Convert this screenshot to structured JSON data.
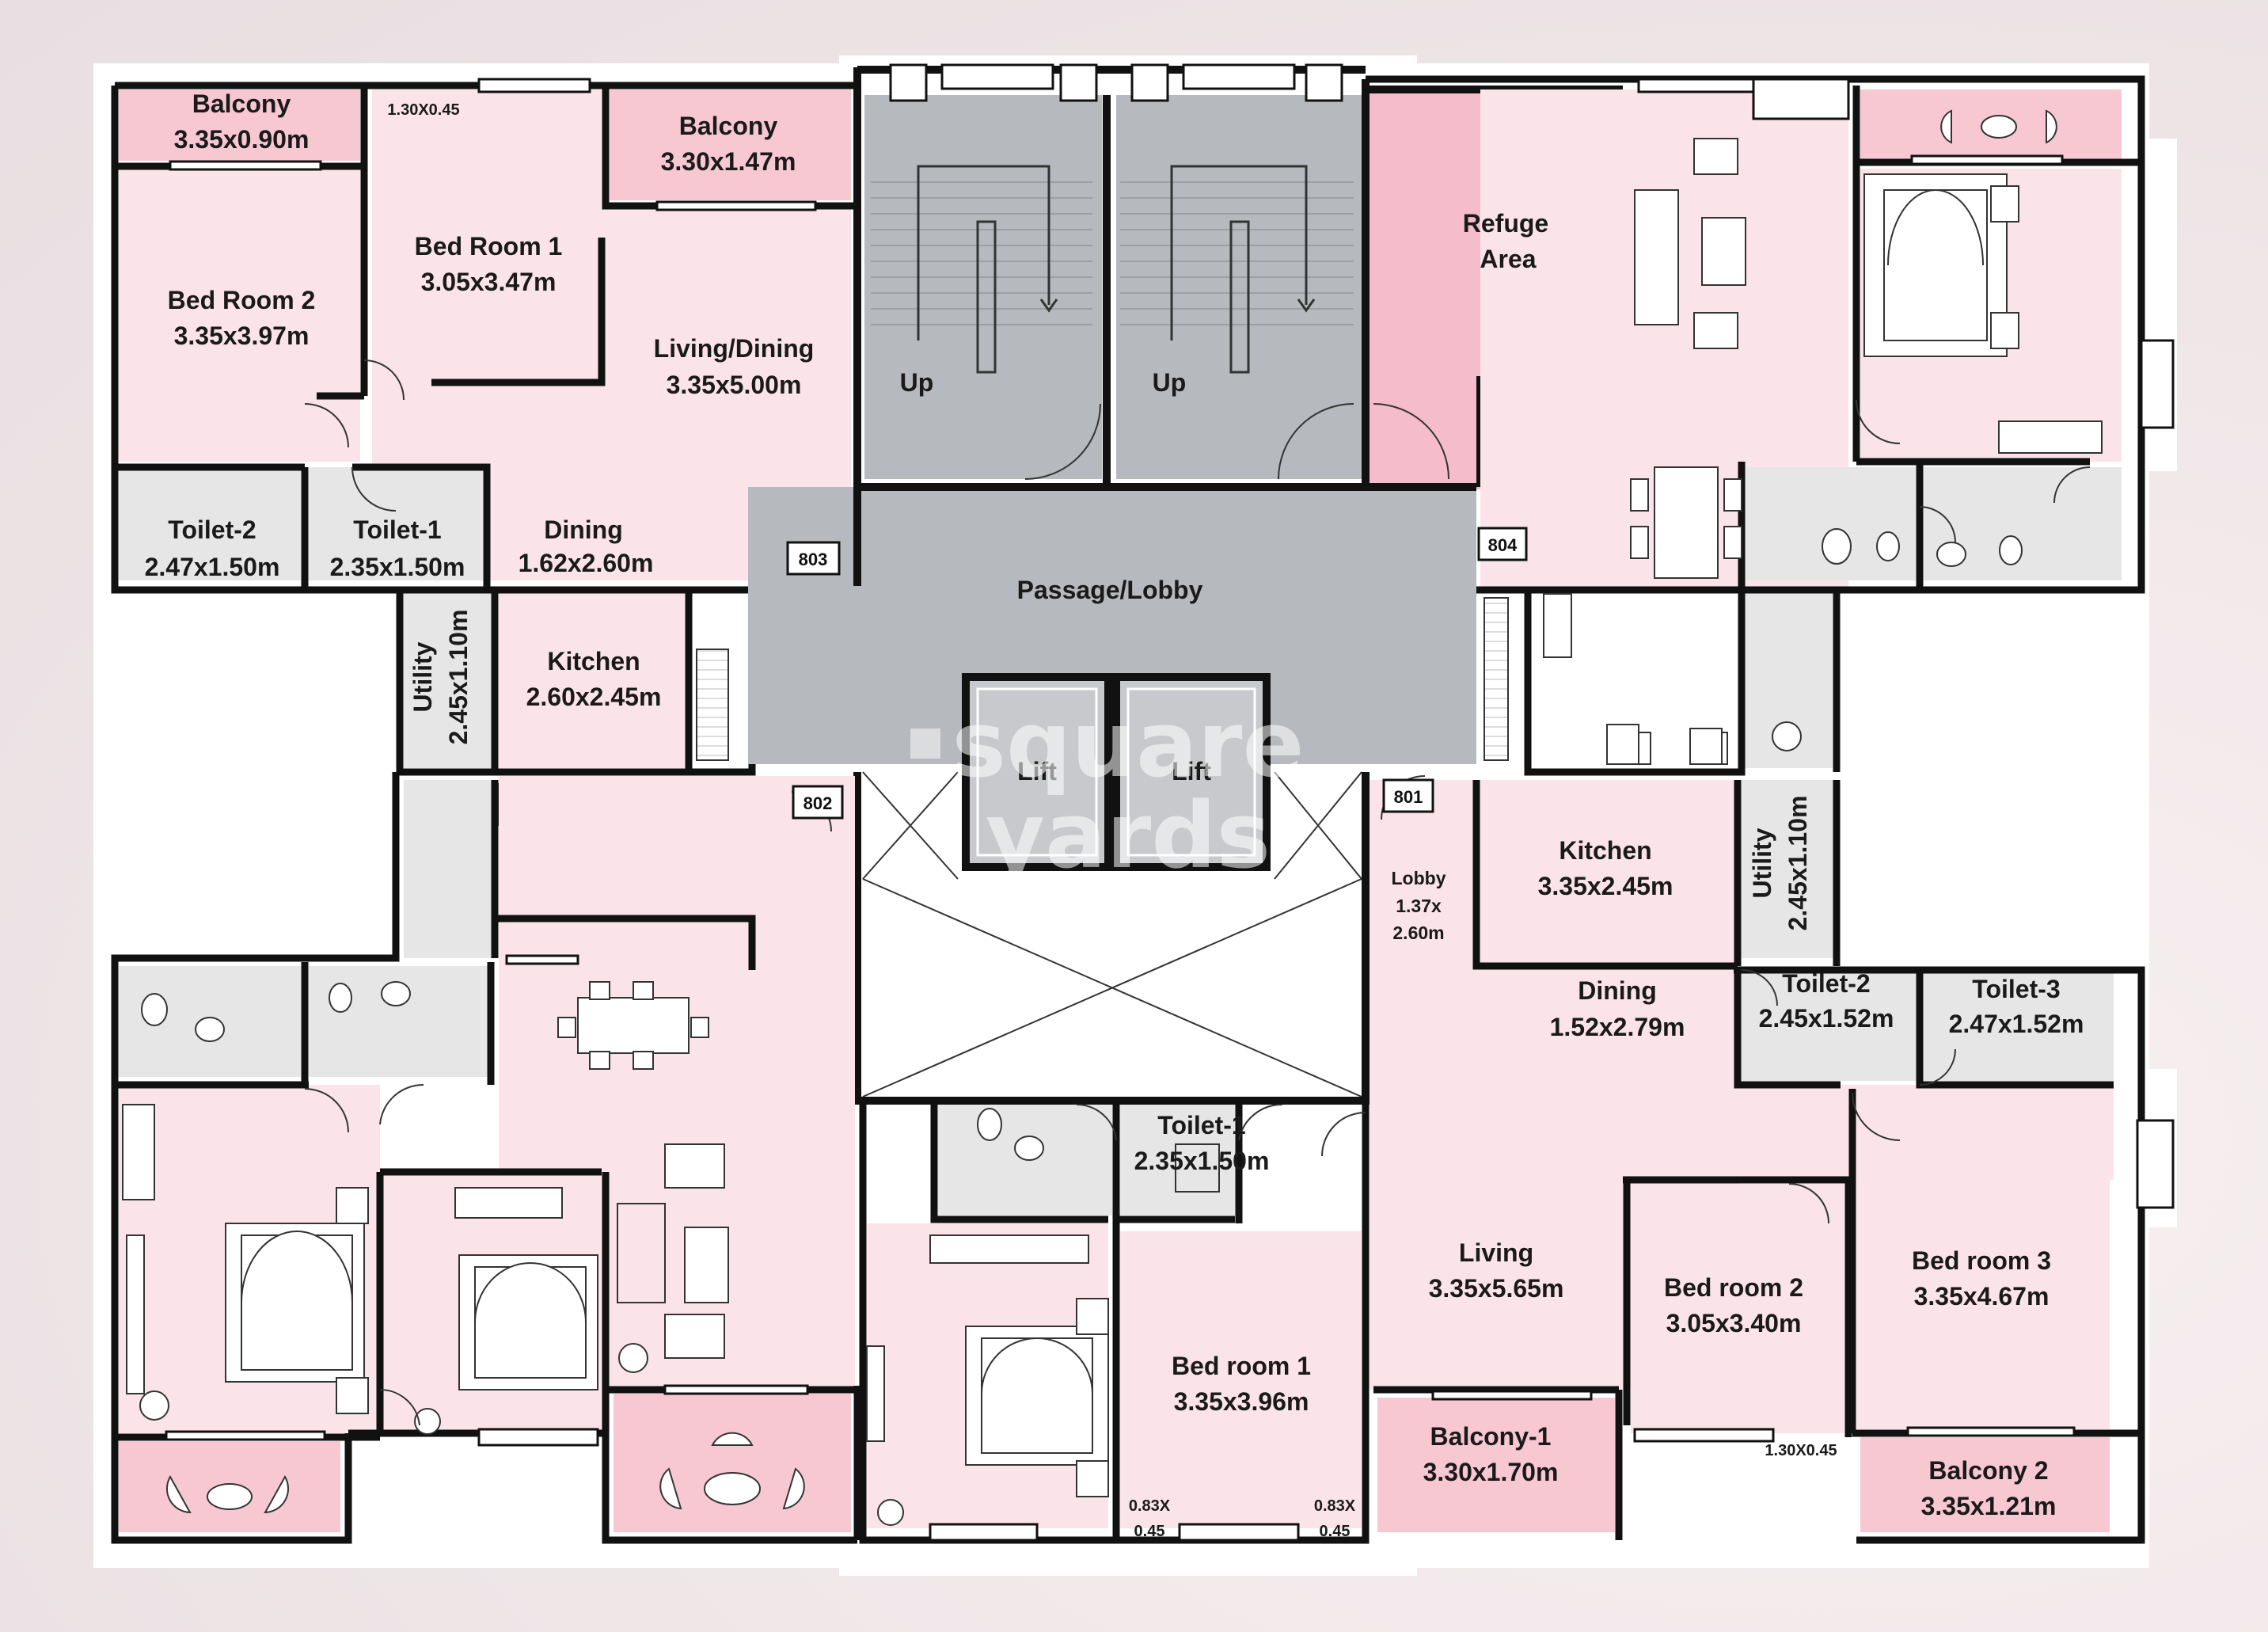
{
  "rooms": {
    "f803": {
      "balcony_a": [
        "Balcony",
        "3.35x0.90m"
      ],
      "window_note_a": "1.30X0.45",
      "balcony_b": [
        "Balcony",
        "3.30x1.47m"
      ],
      "bed_room_2": [
        "Bed Room 2",
        "3.35x3.97m"
      ],
      "bed_room_1": [
        "Bed Room 1",
        "3.05x3.47m"
      ],
      "living_dining": [
        "Living/Dining",
        "3.35x5.00m"
      ],
      "toilet_2": [
        "Toilet-2",
        "2.47x1.50m"
      ],
      "toilet_1": [
        "Toilet-1",
        "2.35x1.50m"
      ],
      "dining": [
        "Dining",
        "1.62x2.60m"
      ],
      "utility": [
        "Utility",
        "2.45x1.10m"
      ],
      "kitchen": [
        "Kitchen",
        "2.60x2.45m"
      ]
    },
    "core": {
      "up_left": "Up",
      "up_right": "Up",
      "refuge": [
        "Refuge",
        "Area"
      ],
      "passage": "Passage/Lobby",
      "lift_left": "Lift",
      "lift_right": "Lift"
    },
    "f801": {
      "kitchen": [
        "Kitchen",
        "3.35x2.45m"
      ],
      "utility": [
        "Utility",
        "2.45x1.10m"
      ],
      "lobby": [
        "Lobby",
        "1.37x",
        "2.60m"
      ],
      "dining": [
        "Dining",
        "1.52x2.79m"
      ],
      "toilet_2": [
        "Toilet-2",
        "2.45x1.52m"
      ],
      "toilet_3": [
        "Toilet-3",
        "2.47x1.52m"
      ],
      "living": [
        "Living",
        "3.35x5.65m"
      ],
      "bed_room_2": [
        "Bed room 2",
        "3.05x3.40m"
      ],
      "bed_room_3": [
        "Bed room 3",
        "3.35x4.67m"
      ],
      "balcony_1": [
        "Balcony-1",
        "3.30x1.70m"
      ],
      "window_note": "1.30X0.45",
      "balcony_2": [
        "Balcony 2",
        "3.35x1.21m"
      ]
    },
    "f802": {
      "toilet_1": [
        "Toilet-1",
        "2.35x1.50m"
      ],
      "bed_room_1": [
        "Bed room 1",
        "3.35x3.96m"
      ],
      "window_note_left": [
        "0.83X",
        "0.45"
      ],
      "window_note_right": [
        "0.83X",
        "0.45"
      ]
    }
  },
  "flat_tags": {
    "t803": "803",
    "t804": "804",
    "t802": "802",
    "t801": "801"
  },
  "watermark": [
    "square",
    "yards"
  ],
  "colors": {
    "room_pink": "#fbe4e9",
    "balcony_pink": "#f7c7d2",
    "refuge_pink": "#f5bccb",
    "toilet_grey": "#e6e6e6",
    "core_grey": "#b6b9bd",
    "wall": "#111111"
  }
}
